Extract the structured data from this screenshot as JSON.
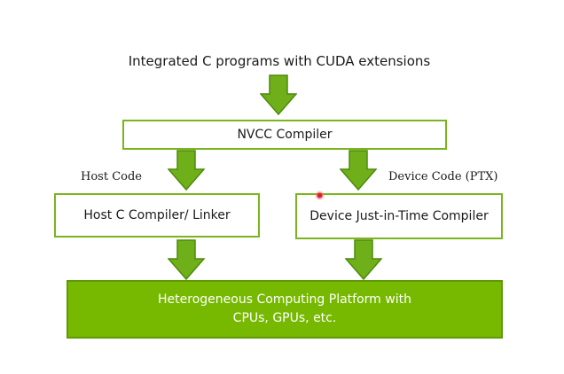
{
  "title": "Integrated C programs with CUDA extensions",
  "nodes": {
    "nvcc": "NVCC Compiler",
    "host_compiler": "Host C Compiler/ Linker",
    "device_compiler": "Device Just-in-Time Compiler",
    "platform": "Heterogeneous Computing Platform with CPUs, GPUs, etc."
  },
  "labels": {
    "host_code": "Host Code",
    "device_code": "Device Code (PTX)"
  },
  "colors": {
    "accent_green": "#76b900",
    "border_green": "#7ab41e",
    "arrow_fill": "#6fb01a",
    "arrow_stroke": "#4d8a0a"
  }
}
